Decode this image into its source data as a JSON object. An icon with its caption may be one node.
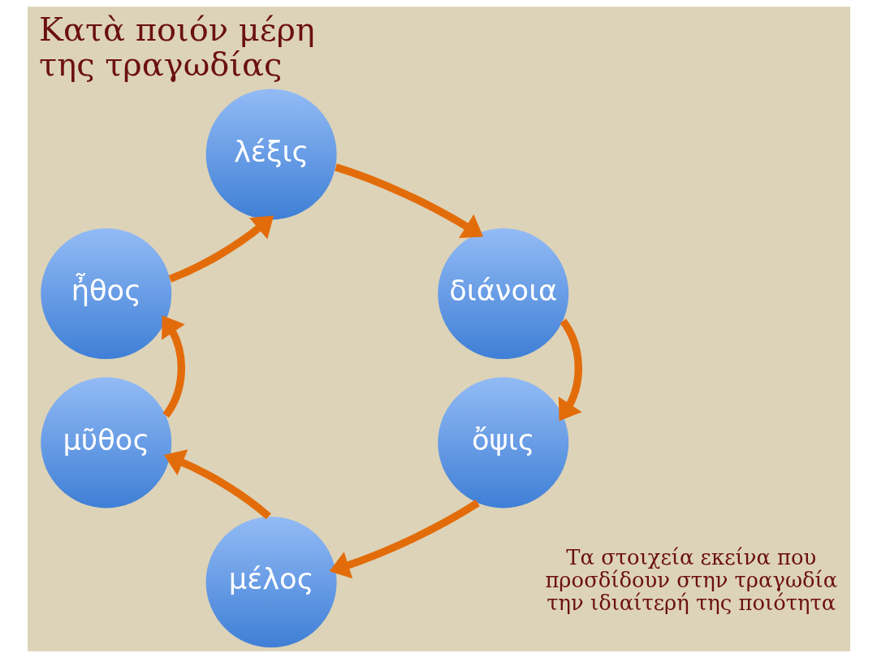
{
  "diagram": {
    "title": "Κατὰ ποιόν μέρη της τραγωδίας",
    "nodes": [
      {
        "text": [
          "λέξις"
        ]
      },
      {
        "text": [
          "διάνοια"
        ]
      },
      {
        "text": [
          "ὄψις"
        ]
      },
      {
        "text": [
          "μέλος"
        ]
      },
      {
        "text": [
          "μῦθος"
        ]
      },
      {
        "text": [
          "ἦθος"
        ]
      }
    ],
    "edges": [
      {
        "from": 5,
        "to": 0,
        "arrow": "to"
      },
      {
        "from": 0,
        "to": 1,
        "arrow": "to"
      },
      {
        "from": 1,
        "to": 2,
        "arrow": "to"
      },
      {
        "from": 2,
        "to": 3,
        "arrow": "to"
      },
      {
        "from": 3,
        "to": 4,
        "arrow": "to"
      },
      {
        "from": 4,
        "to": 5,
        "arrow": "to"
      }
    ],
    "labels": [
      "Τα στοιχεία εκείνα που προσδίδουν στην τραγωδία την ιδιαίτερή της ποιότητα"
    ]
  }
}
